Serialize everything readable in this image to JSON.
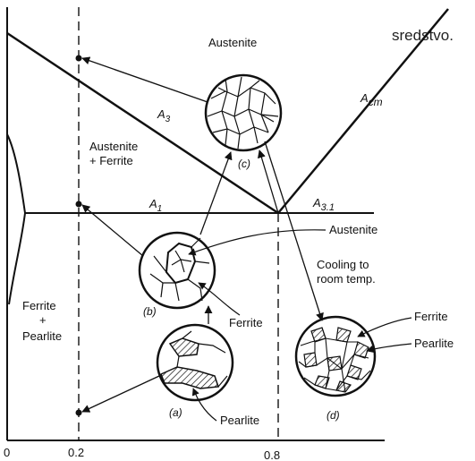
{
  "watermark": "sredstvo.",
  "regions": {
    "austenite": "Austenite",
    "austenite_ferrite_1": "Austenite",
    "austenite_ferrite_2": "+ Ferrite",
    "ferrite_pearlite_1": "Ferrite",
    "ferrite_pearlite_2": "+",
    "ferrite_pearlite_3": "Pearlite"
  },
  "lines": {
    "a3": {
      "main": "A",
      "sub": "3"
    },
    "a1": {
      "main": "A",
      "sub": "1"
    },
    "acm": {
      "main": "A",
      "sub": "cm"
    },
    "a31": {
      "main": "A",
      "sub": "3.1"
    }
  },
  "micrographs": {
    "c": "(c)",
    "b": "(b)",
    "a": "(a)",
    "d": "(d)"
  },
  "callouts": {
    "austenite": "Austenite",
    "cooling_1": "Cooling to",
    "cooling_2": "room temp.",
    "ferrite_b": "Ferrite",
    "pearlite_a": "Pearlite",
    "ferrite_d": "Ferrite",
    "pearlite_d": "Pearlite"
  },
  "x_ticks": [
    "0",
    "0.2",
    "0.8"
  ]
}
